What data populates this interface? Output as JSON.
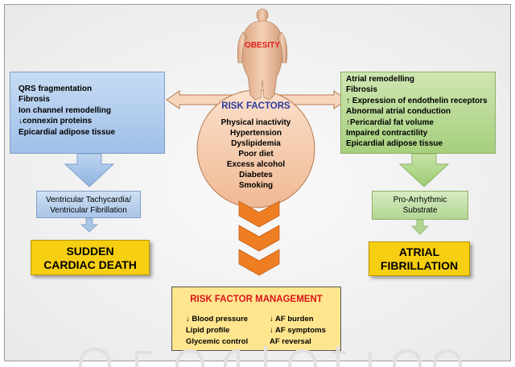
{
  "center": {
    "figure_label": "OBESITY",
    "risk_factors_title": "RISK FACTORS",
    "risk_factors": [
      "Physical inactivity",
      "Hypertension",
      "Dyslipidemia",
      "Poor diet",
      "Excess alcohol",
      "Diabetes",
      "Smoking"
    ]
  },
  "left": {
    "mechanisms": [
      "QRS fragmentation",
      "Fibrosis",
      "Ion channel remodelling",
      "↓connexin proteins",
      "Epicardial adipose tissue"
    ],
    "substrate": [
      "Ventricular Tachycardia/",
      "Ventricular Fibrillation"
    ],
    "outcome": [
      "SUDDEN",
      "CARDIAC DEATH"
    ]
  },
  "right": {
    "mechanisms": [
      "Atrial remodelling",
      "Fibrosis",
      "↑ Expression of endothelin receptors",
      "Abnormal atrial conduction",
      "↑Pericardial fat volume",
      "Impaired contractility",
      "Epicardial adipose tissue"
    ],
    "substrate": [
      "Pro-Arrhythmic",
      "Substrate"
    ],
    "outcome": [
      "ATRIAL",
      "FIBRILLATION"
    ]
  },
  "management": {
    "title": "RISK FACTOR MANAGEMENT",
    "col1": [
      "↓ Blood pressure",
      "Lipid profile",
      "Glycemic control"
    ],
    "col2": [
      "↓ AF burden",
      "↓ AF symptoms",
      "AF reversal"
    ]
  },
  "colors": {
    "left_box": "#b3cdef",
    "right_box": "#b8d996",
    "circle": "#f5c9a6",
    "chevron": "#ef7d22",
    "outcome": "#f7cf12",
    "management": "#ffe58e",
    "management_title": "#d9141b",
    "risk_title": "#2a3aa0"
  }
}
